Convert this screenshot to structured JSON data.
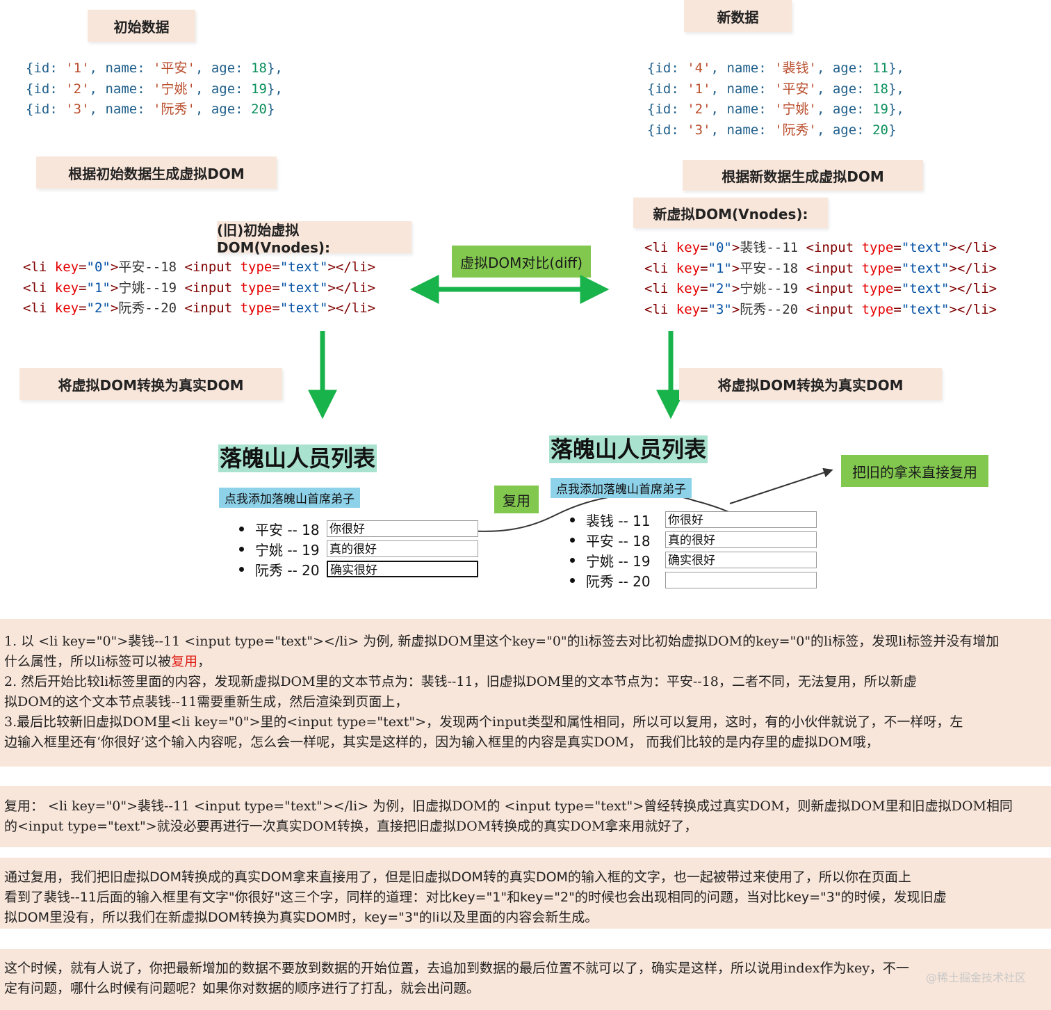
{
  "labels": {
    "initial_data": "初始数据",
    "new_data": "新数据",
    "gen_old_vdom": "根据初始数据生成虚拟DOM",
    "gen_new_vdom": "根据新数据生成虚拟DOM",
    "old_vnodes": "(旧)初始虚拟DOM(Vnodes):",
    "new_vnodes": "新虚拟DOM(Vnodes):",
    "diff": "虚拟DOM对比(diff)",
    "to_real_left": "将虚拟DOM转换为真实DOM",
    "to_real_right": "将虚拟DOM转换为真实DOM",
    "reuse": "复用",
    "reuse_direct": "把旧的拿来直接复用"
  },
  "initial_data": [
    {
      "id": "'1'",
      "name": "'平安'",
      "age": "18",
      "end": "},"
    },
    {
      "id": "'2'",
      "name": "'宁姚'",
      "age": "19",
      "end": "},"
    },
    {
      "id": "'3'",
      "name": "'阮秀'",
      "age": "20",
      "end": "}"
    }
  ],
  "new_data": [
    {
      "id": "'4'",
      "name": "'裴钱'",
      "age": "11",
      "end": "},"
    },
    {
      "id": "'1'",
      "name": "'平安'",
      "age": "18",
      "end": "},"
    },
    {
      "id": "'2'",
      "name": "'宁姚'",
      "age": "19",
      "end": "},"
    },
    {
      "id": "'3'",
      "name": "'阮秀'",
      "age": "20",
      "end": "}"
    }
  ],
  "old_vnodes": [
    {
      "key": "\"0\"",
      "text": "平安--18"
    },
    {
      "key": "\"1\"",
      "text": "宁姚--19"
    },
    {
      "key": "\"2\"",
      "text": "阮秀--20"
    }
  ],
  "new_vnodes": [
    {
      "key": "\"0\"",
      "text": "裴钱--11"
    },
    {
      "key": "\"1\"",
      "text": "平安--18"
    },
    {
      "key": "\"2\"",
      "text": "宁姚--19"
    },
    {
      "key": "\"3\"",
      "text": "阮秀--20"
    }
  ],
  "left_page": {
    "title": "落魄山人员列表",
    "button": "点我添加落魄山首席弟子",
    "items": [
      {
        "label": "平安 -- 18",
        "value": "你很好"
      },
      {
        "label": "宁姚 -- 19",
        "value": "真的很好"
      },
      {
        "label": "阮秀 -- 20",
        "value": "确实很好"
      }
    ]
  },
  "right_page": {
    "title": "落魄山人员列表",
    "button": "点我添加落魄山首席弟子",
    "items": [
      {
        "label": "裴钱 -- 11",
        "value": "你很好"
      },
      {
        "label": "平安 -- 18",
        "value": "真的很好"
      },
      {
        "label": "宁姚 -- 19",
        "value": "确实很好"
      },
      {
        "label": "阮秀 -- 20",
        "value": ""
      }
    ]
  },
  "paragraphs": {
    "p1_line1": "1. 以 <li key=\"0\">裴钱--11 <input type=\"text\"></li> 为例, 新虚拟DOM里这个key=\"0\"的li标签去对比初始虚拟DOM的key=\"0\"的li标签，发现li标签并没有增加",
    "p1_line2_pre": "什么属性，所以li标签可以被",
    "p1_line2_red": "复用",
    "p1_line2_post": "，",
    "p1_line3": "2. 然后开始比较li标签里面的内容，发现新虚拟DOM里的文本节点为：裴钱--11，旧虚拟DOM里的文本节点为：平安--18，二者不同，无法复用，所以新虚",
    "p1_line4": "拟DOM的这个文本节点裴钱--11需要重新生成，然后渲染到页面上，",
    "p1_line5": "3.最后比较新旧虚拟DOM里<li key=\"0\">里的<input type=\"text\">，发现两个input类型和属性相同，所以可以复用，这时，有的小伙伴就说了，不一样呀，左",
    "p1_line6": "边输入框里还有‘你很好’这个输入内容呢，怎么会一样呢，其实是这样的，因为输入框里的内容是真实DOM， 而我们比较的是内存里的虚拟DOM哦，",
    "p2_line1": "复用：  <li key=\"0\">裴钱--11 <input type=\"text\"></li> 为例，旧虚拟DOM的 <input type=\"text\">曾经转换成过真实DOM，则新虚拟DOM里和旧虚拟DOM相同",
    "p2_line2": "的<input type=\"text\">就没必要再进行一次真实DOM转换，直接把旧虚拟DOM转换成的真实DOM拿来用就好了，",
    "p3_line1": "通过复用，我们把旧虚拟DOM转换成的真实DOM拿来直接用了，但是旧虚拟DOM转的真实DOM的输入框的文字，也一起被带过来使用了，所以你在页面上",
    "p3_line2": "看到了裴钱--11后面的输入框里有文字\"你很好\"这三个字，同样的道理：对比key=\"1\"和key=\"2\"的时候也会出现相同的问题，当对比key=\"3\"的时候，发现旧虚",
    "p3_line3": "拟DOM里没有，所以我们在新虚拟DOM转换为真实DOM时，key=\"3\"的li以及里面的内容会新生成。",
    "p4_line1": "这个时候，就有人说了，你把最新增加的数据不要放到数据的开始位置，去追加到数据的最后位置不就可以了，确实是这样，所以说用index作为key，不一",
    "p4_line2": "定有问题，哪什么时候有问题呢？如果你对数据的顺序进行了打乱，就会出问题。"
  },
  "watermark": "@稀土掘金技术社区",
  "colors": {
    "label_bg": "#f9e6da",
    "arrow_green": "#18b34a",
    "green_box": "#82c84f",
    "title_highlight": "#a9e3cf",
    "button_highlight": "#8ed2ea",
    "reuse_red": "#e0201a"
  }
}
